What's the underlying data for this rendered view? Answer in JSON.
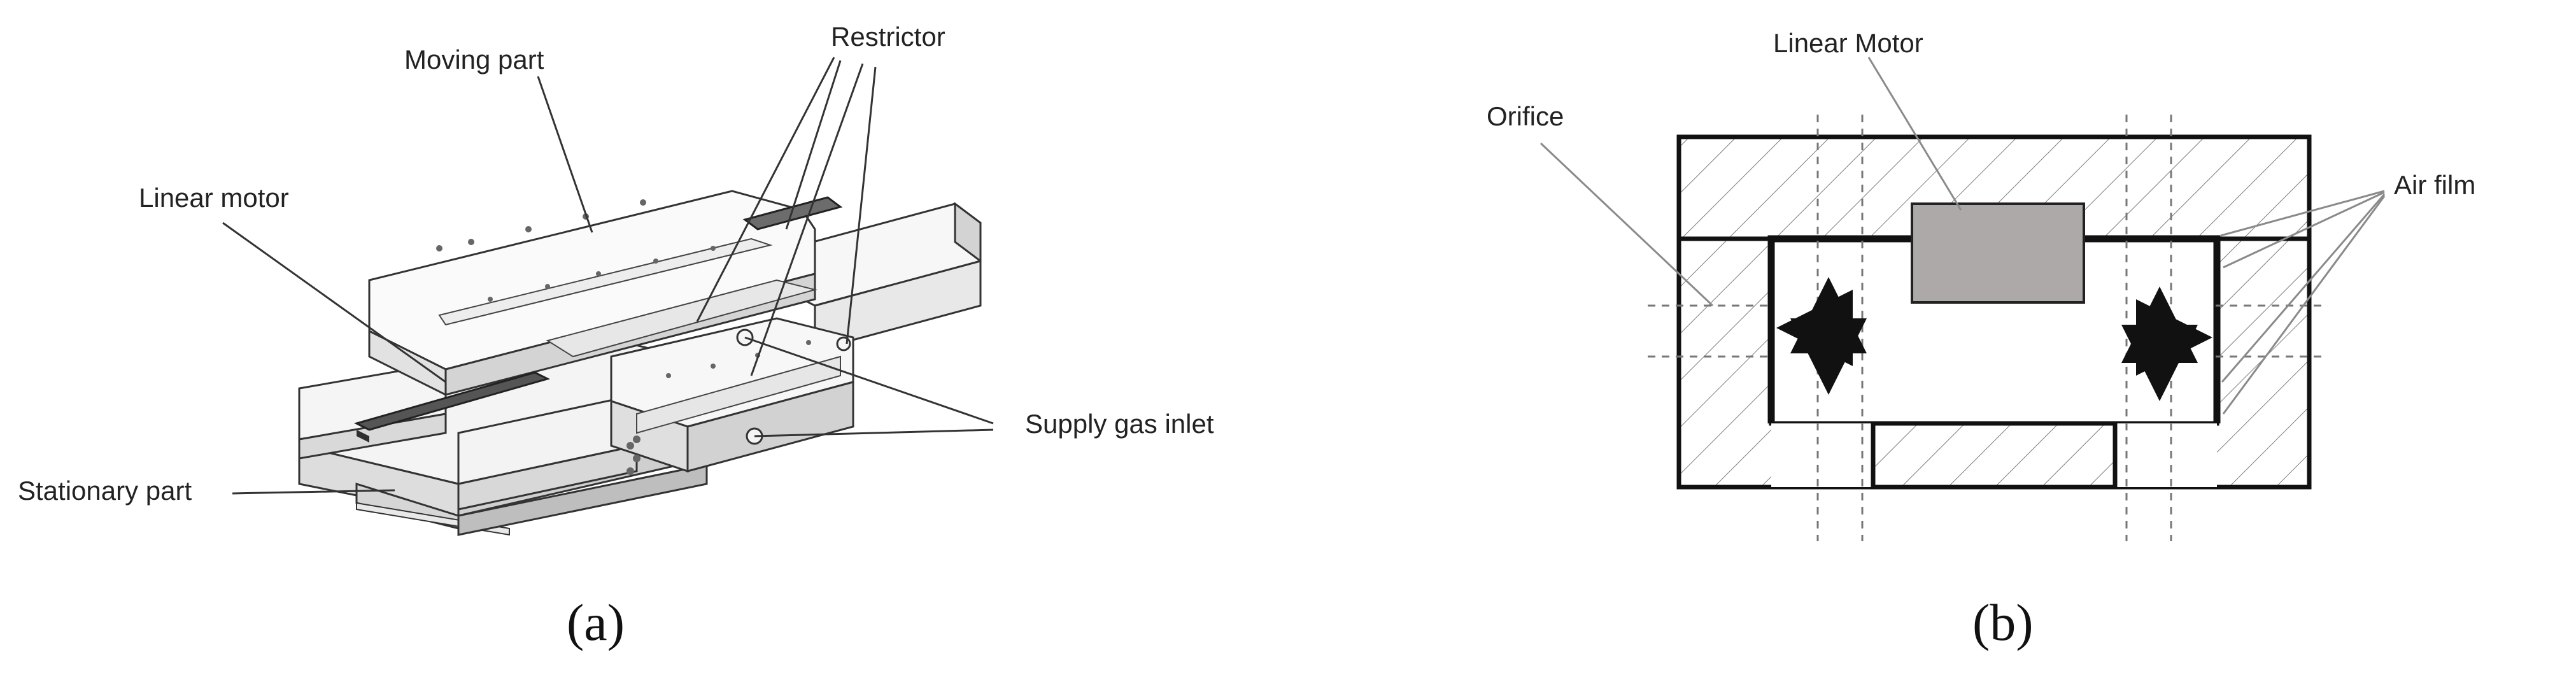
{
  "panels": {
    "a": {
      "label": "(a)",
      "labels": {
        "moving_part": "Moving part",
        "restrictor": "Restrictor",
        "linear_motor": "Linear motor",
        "supply_gas_inlet": "Supply gas inlet",
        "stationary_part": "Stationary part"
      }
    },
    "b": {
      "label": "(b)",
      "labels": {
        "linear_motor": "Linear Motor",
        "orifice": "Orifice",
        "air_film": "Air film"
      }
    }
  },
  "colors": {
    "stroke": "#111111",
    "light_gray": "#cccccc",
    "surface_gray": "#eeeeee",
    "motor_gray": "#ada9a8",
    "strip_dark": "#555555"
  }
}
